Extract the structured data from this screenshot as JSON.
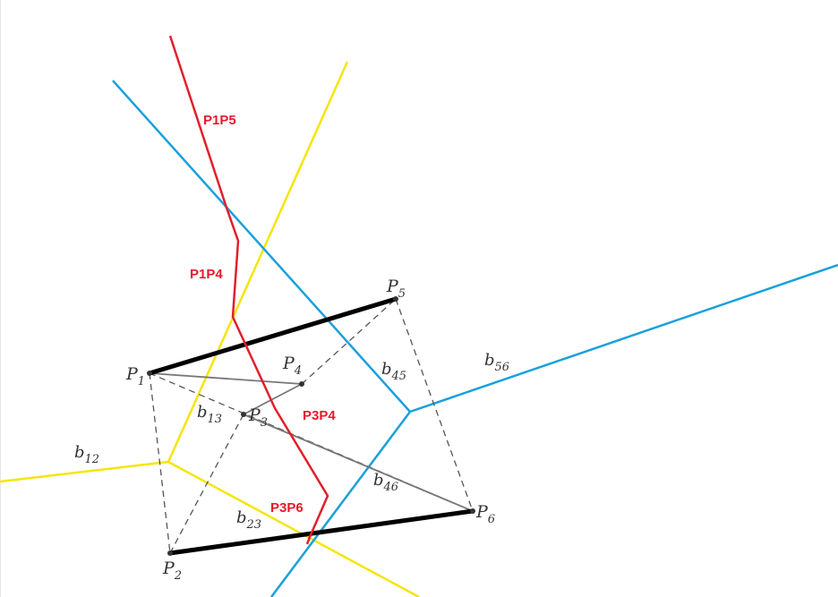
{
  "colors": {
    "yellow": "#f5e50a",
    "blue": "#1aa0dc",
    "red": "#e21f2a",
    "black": "#000000",
    "gray_solid": "#777777",
    "gray_dashed": "#555555",
    "point": "#333333"
  },
  "points": [
    {
      "id": "P1",
      "letter": "P",
      "sub": "1"
    },
    {
      "id": "P2",
      "letter": "P",
      "sub": "2"
    },
    {
      "id": "P3",
      "letter": "P",
      "sub": "3"
    },
    {
      "id": "P4",
      "letter": "P",
      "sub": "4"
    },
    {
      "id": "P5",
      "letter": "P",
      "sub": "5"
    },
    {
      "id": "P6",
      "letter": "P",
      "sub": "6"
    }
  ],
  "edge_labels": [
    {
      "id": "b12",
      "letter": "b",
      "sub": "12"
    },
    {
      "id": "b13",
      "letter": "b",
      "sub": "13"
    },
    {
      "id": "b23",
      "letter": "b",
      "sub": "23"
    },
    {
      "id": "b45",
      "letter": "b",
      "sub": "45"
    },
    {
      "id": "b46",
      "letter": "b",
      "sub": "46"
    },
    {
      "id": "b56",
      "letter": "b",
      "sub": "56"
    }
  ],
  "path_labels": [
    {
      "id": "P1P5",
      "text": "P1P5"
    },
    {
      "id": "P1P4",
      "text": "P1P4"
    },
    {
      "id": "P3P4",
      "text": "P3P4"
    },
    {
      "id": "P3P6",
      "text": "P3P6"
    }
  ]
}
